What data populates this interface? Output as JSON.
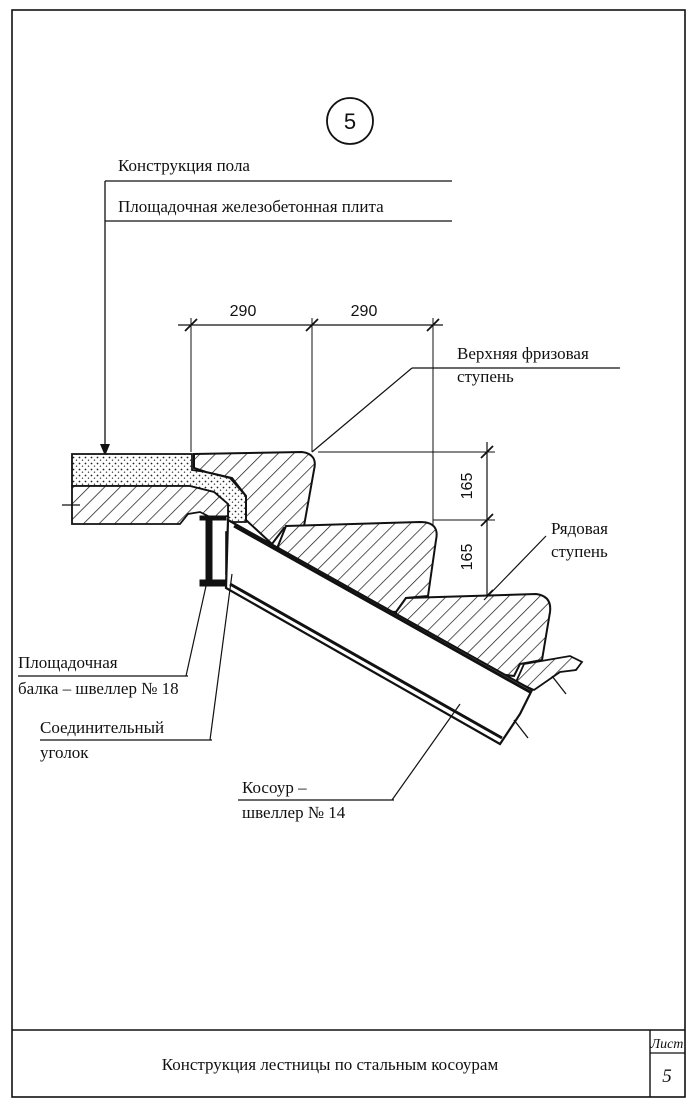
{
  "detail_marker": "5",
  "labels": {
    "floor_construction": "Конструкция пола",
    "landing_slab": "Площадочная железобетонная плита",
    "top_frieze_step_1": "Верхняя фризовая",
    "top_frieze_step_2": "ступень",
    "row_step_1": "Рядовая",
    "row_step_2": "ступень",
    "landing_beam_1": "Площадочная",
    "landing_beam_2": "балка – швеллер № 18",
    "connecting_angle_1": "Соединительный",
    "connecting_angle_2": "уголок",
    "stringer_1": "Косоур –",
    "stringer_2": "швеллер № 14"
  },
  "dimensions": {
    "tread_1": "290",
    "tread_2": "290",
    "riser_1": "165",
    "riser_2": "165"
  },
  "title_block": {
    "title": "Конструкция лестницы по стальным косоурам",
    "sheet_label": "Лист",
    "sheet_number": "5"
  }
}
